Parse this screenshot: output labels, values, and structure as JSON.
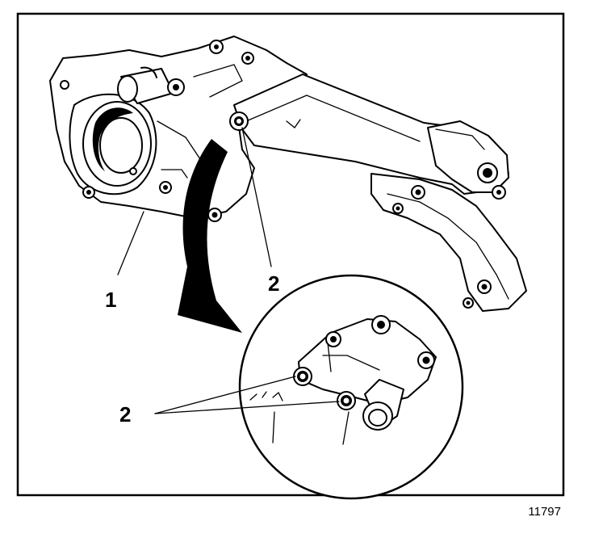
{
  "figure": {
    "figure_number": "11797",
    "callouts": {
      "part_1": "1",
      "part_2_main": "2",
      "part_2_detail": "2"
    }
  }
}
